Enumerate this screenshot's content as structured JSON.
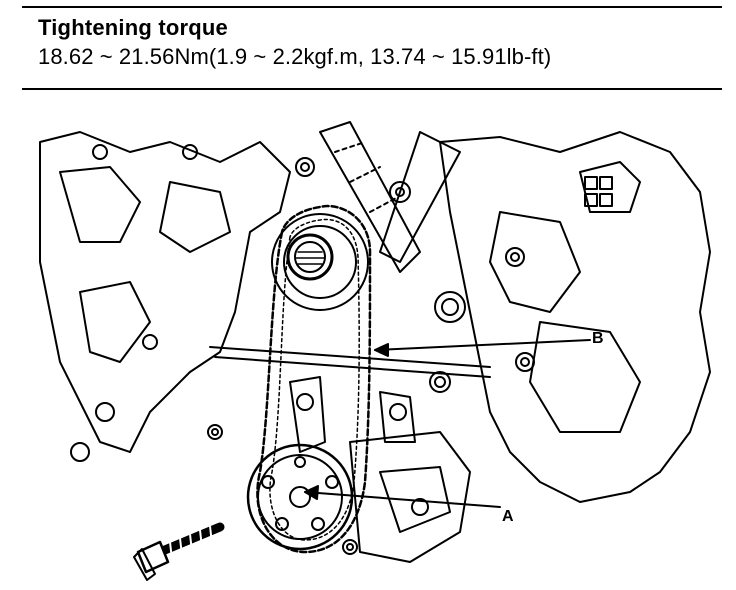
{
  "spec": {
    "title": "Tightening torque",
    "value": "18.62 ~ 21.56Nm(1.9 ~ 2.2kgf.m, 13.74 ~ 15.91lb-ft)"
  },
  "figure": {
    "callouts": {
      "a": "A",
      "b": "B"
    }
  }
}
